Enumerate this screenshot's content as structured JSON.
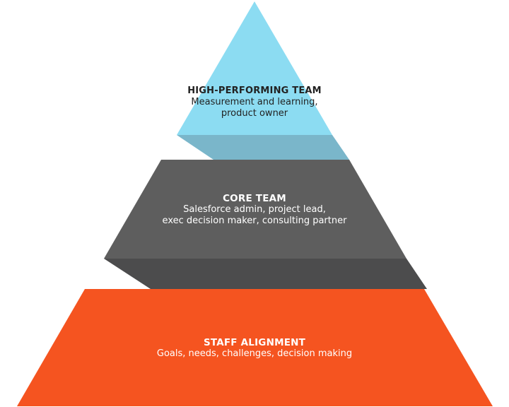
{
  "diagram": {
    "type": "pyramid",
    "colors": {
      "top_face": "#8cdcf2",
      "top_side": "#7ab6ca",
      "middle_face": "#5e5e5e",
      "middle_side": "#4c4c4d",
      "bottom_face": "#f55420"
    },
    "tiers": [
      {
        "title": "HIGH-PERFORMING TEAM",
        "description": "Measurement and learning, product owner"
      },
      {
        "title": "CORE TEAM",
        "description_line1": "Salesforce admin, project lead,",
        "description_line2": "exec decision maker, consulting partner"
      },
      {
        "title": "STAFF ALIGNMENT",
        "description": "Goals, needs, challenges, decision making"
      }
    ]
  }
}
